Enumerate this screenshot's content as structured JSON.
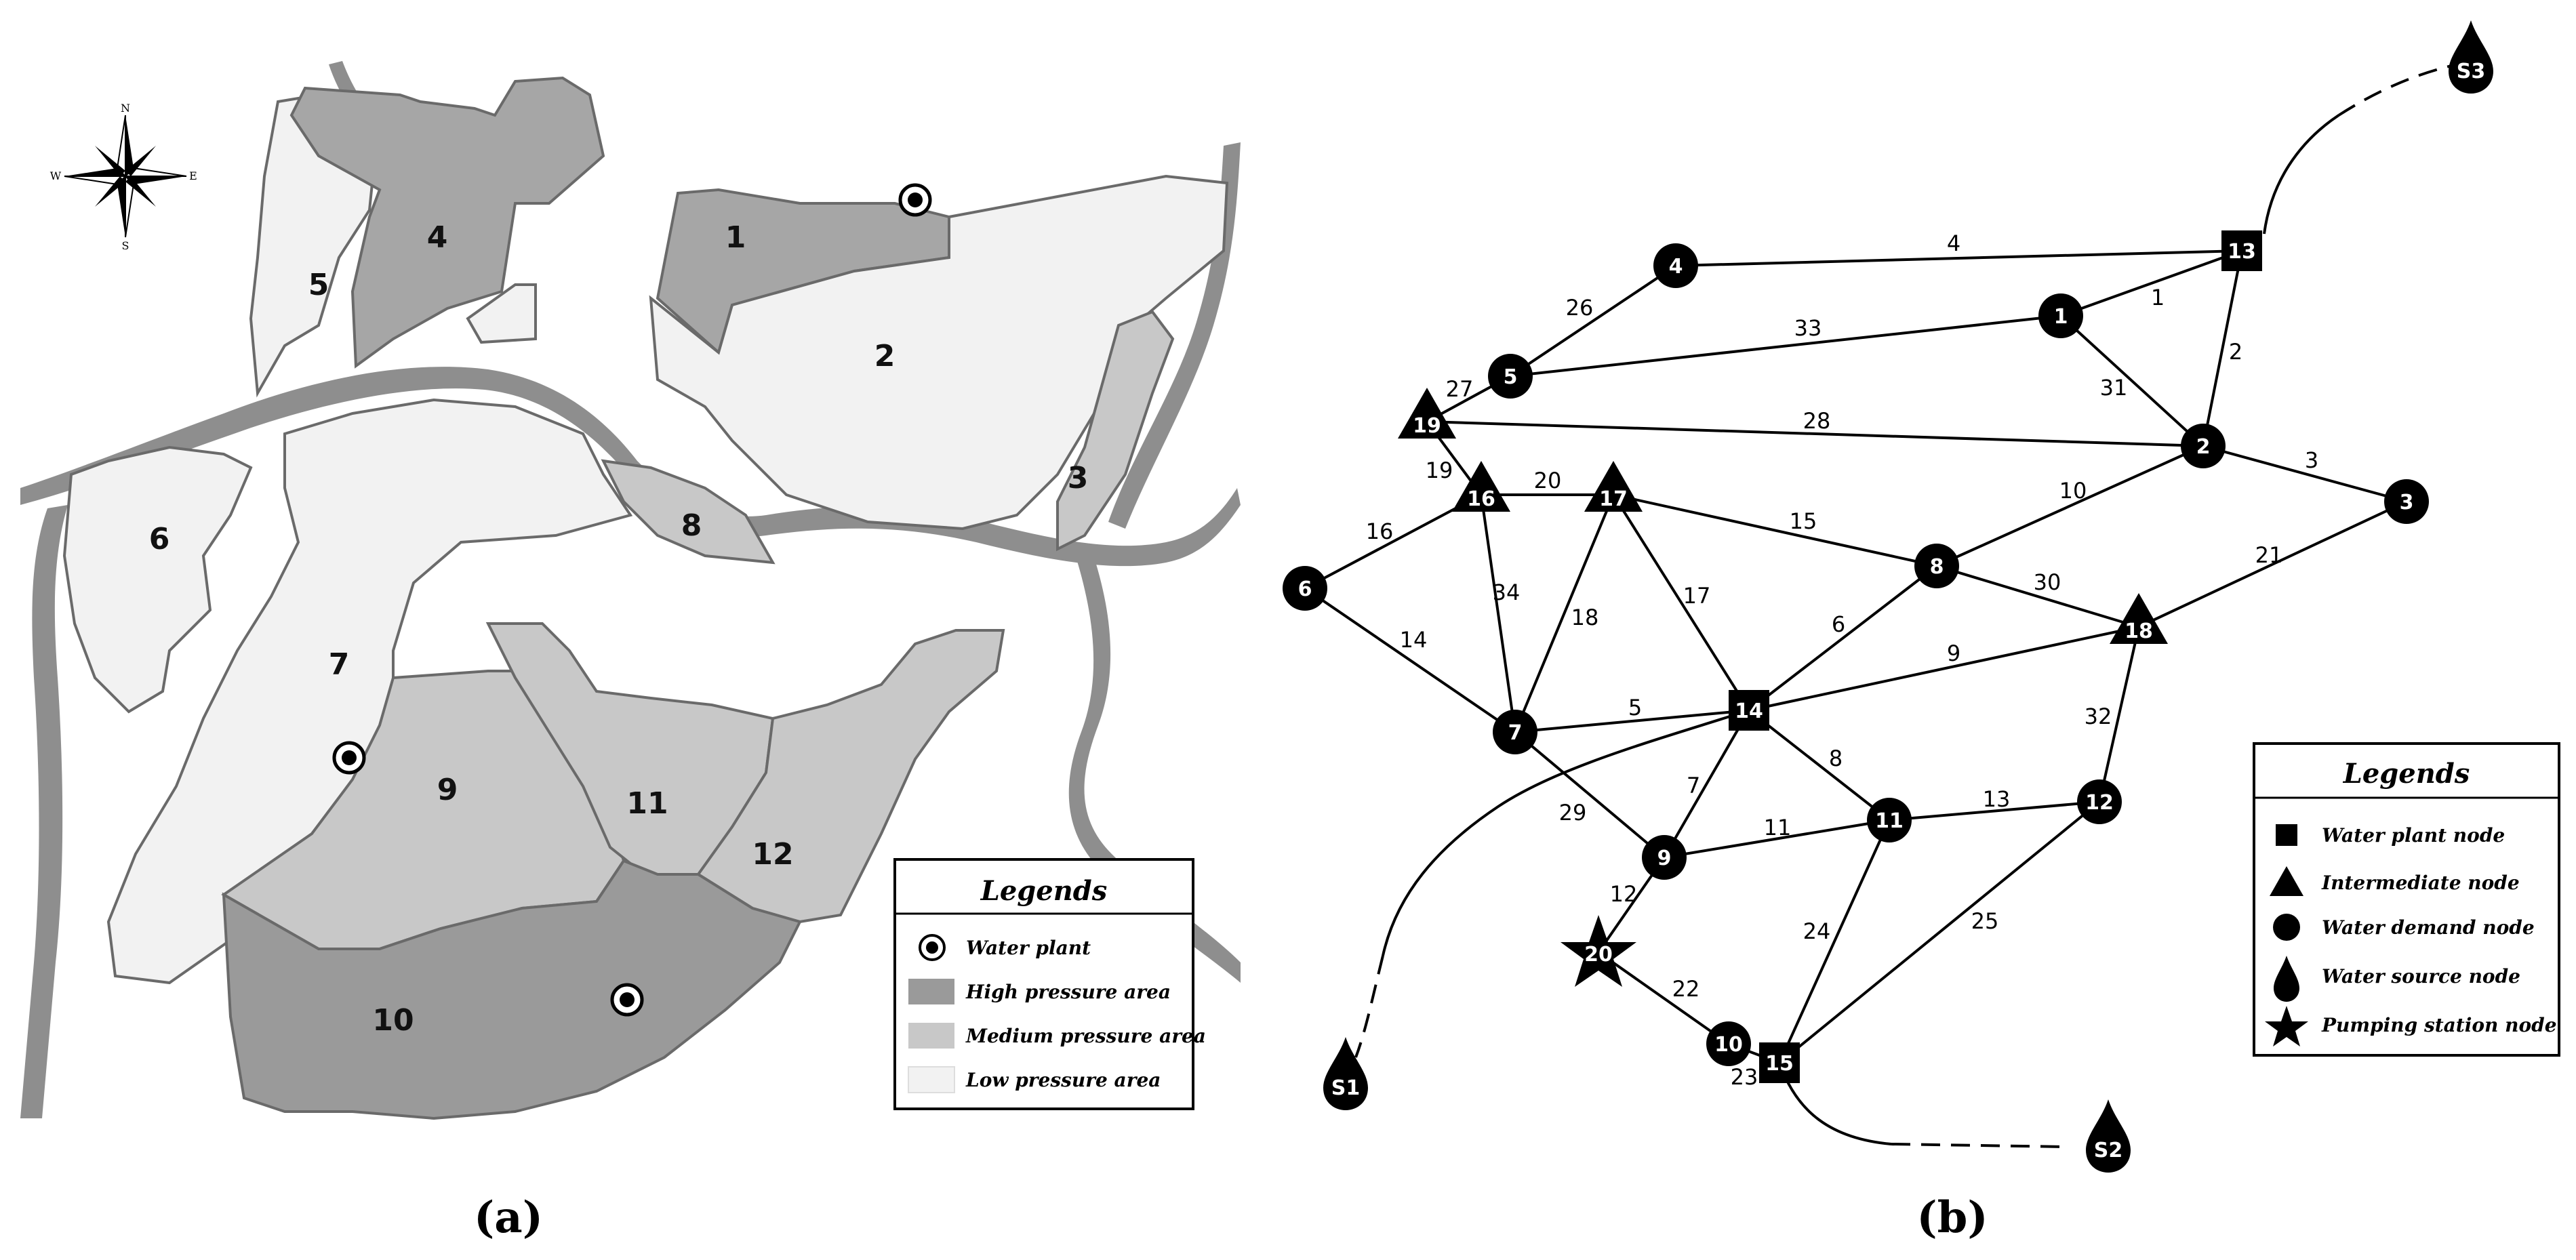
{
  "panel_a": {
    "caption": "(a)",
    "compass": {
      "n": "N",
      "s": "S",
      "e": "E",
      "w": "W"
    },
    "zone_labels": [
      "1",
      "2",
      "3",
      "4",
      "5",
      "6",
      "7",
      "8",
      "9",
      "10",
      "11",
      "12"
    ],
    "legend": {
      "title": "Legends",
      "items": [
        "Water plant",
        "High pressure area",
        "Medium pressure area",
        "Low pressure area"
      ]
    },
    "colors": {
      "high": "#9a9a9a",
      "medium": "#c8c8c8",
      "low": "#f2f2f2",
      "river": "#8e8e8e"
    }
  },
  "panel_b": {
    "caption": "(b)",
    "nodes": {
      "n1": "1",
      "n2": "2",
      "n3": "3",
      "n4": "4",
      "n5": "5",
      "n6": "6",
      "n7": "7",
      "n8": "8",
      "n9": "9",
      "n10": "10",
      "n11": "11",
      "n12": "12",
      "n13": "13",
      "n14": "14",
      "n15": "15",
      "n16": "16",
      "n17": "17",
      "n18": "18",
      "n19": "19",
      "n20": "20",
      "s1": "S1",
      "s2": "S2",
      "s3": "S3"
    },
    "edges": {
      "e1": "1",
      "e2": "2",
      "e3": "3",
      "e4": "4",
      "e5": "5",
      "e6": "6",
      "e7": "7",
      "e8": "8",
      "e9": "9",
      "e10": "10",
      "e11": "11",
      "e12": "12",
      "e13": "13",
      "e14": "14",
      "e15": "15",
      "e16": "16",
      "e17": "17",
      "e18": "18",
      "e19": "19",
      "e20": "20",
      "e21": "21",
      "e22": "22",
      "e23": "23",
      "e24": "24",
      "e25": "25",
      "e26": "26",
      "e27": "27",
      "e28": "28",
      "e29": "29",
      "e30": "30",
      "e31": "31",
      "e32": "32",
      "e33": "33",
      "e34": "34"
    },
    "legend": {
      "title": "Legends",
      "items": [
        "Water plant node",
        "Intermediate node",
        "Water demand node",
        "Water source node",
        "Pumping station node"
      ]
    }
  }
}
